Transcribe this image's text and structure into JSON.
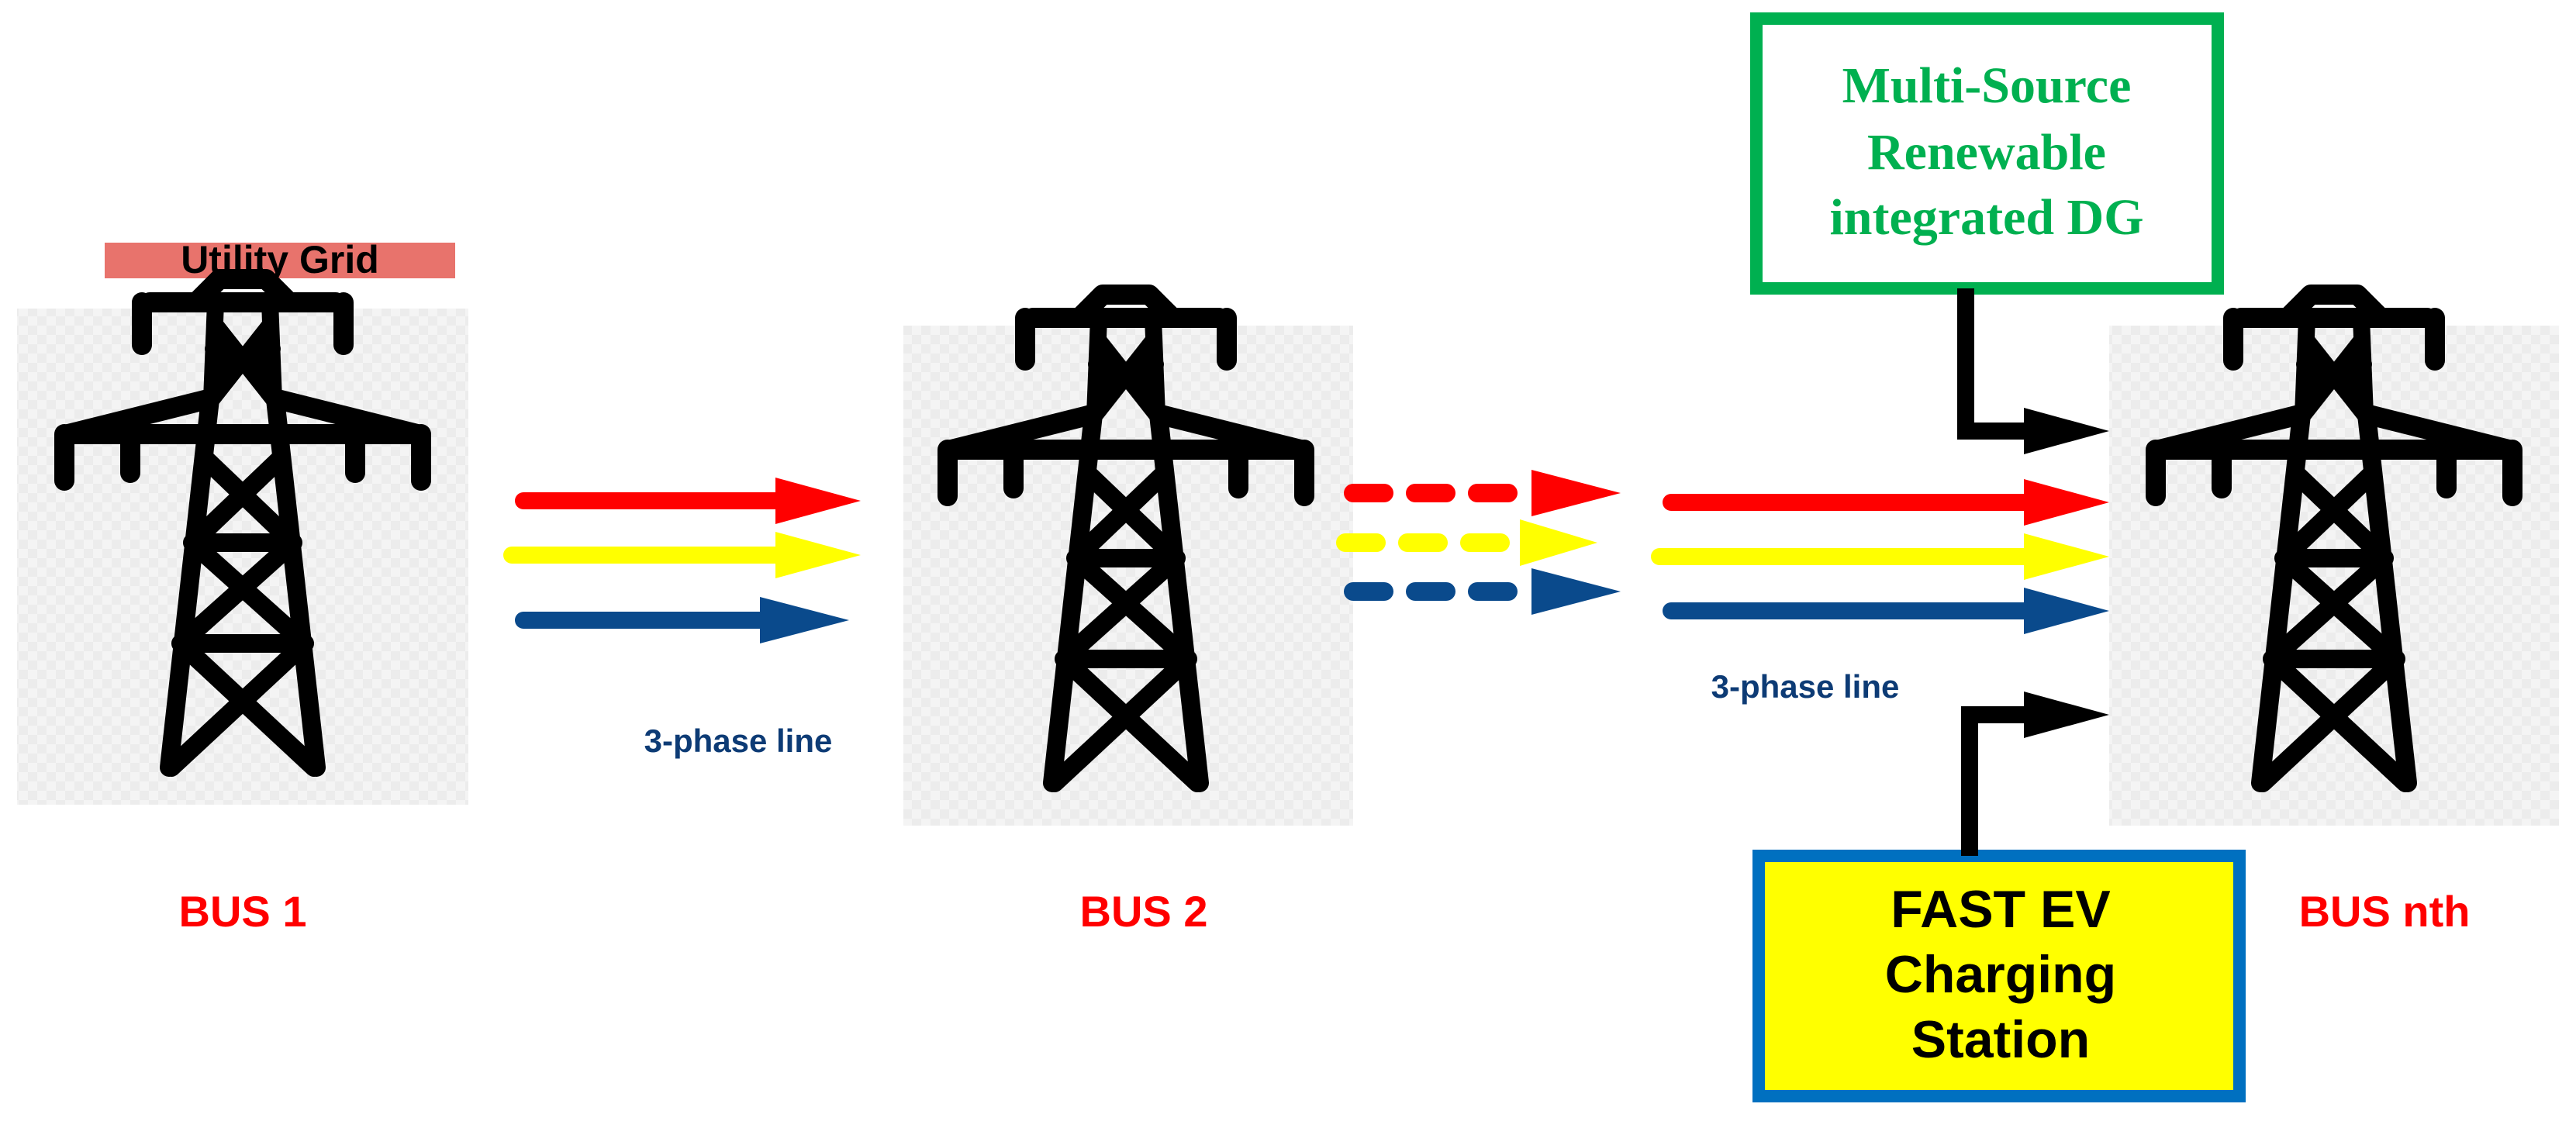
{
  "utility_grid": {
    "label": "Utility Grid",
    "banner_color": "#e8736c"
  },
  "buses": [
    {
      "label": "BUS 1"
    },
    {
      "label": "BUS 2"
    },
    {
      "label": "BUS nth"
    }
  ],
  "bus_label_color": "#ff0000",
  "line_labels": {
    "first": "3-phase line",
    "second": "3-phase line"
  },
  "line_label_color": "#0d3b75",
  "phase_colors": {
    "a": "#ff0000",
    "b": "#ffff00",
    "c": "#0a4a8c"
  },
  "renewable_box": {
    "lines": [
      "Multi-Source",
      "Renewable",
      "integrated DG"
    ],
    "border_color": "#00b050",
    "text_color": "#00b050"
  },
  "ev_box": {
    "lines": [
      "FAST EV",
      "Charging",
      "Station"
    ],
    "border_color": "#0070c0",
    "fill_color": "#ffff00",
    "text_color": "#000000"
  },
  "icons": [
    "transmission-tower-icon",
    "arrow-icon"
  ]
}
